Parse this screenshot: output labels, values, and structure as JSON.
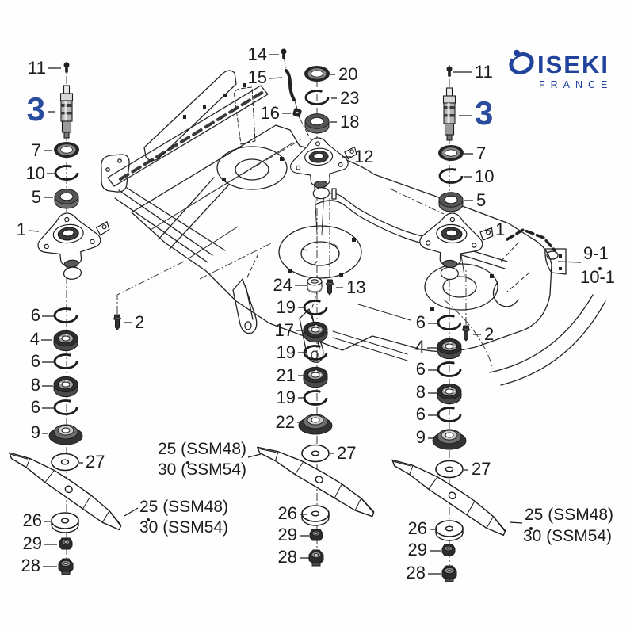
{
  "brand": {
    "name": "ISEKI",
    "region": "FRANCE"
  },
  "colors": {
    "line": "#1c1c1c",
    "accent_blue": "#2b4d9e",
    "logo_blue": "#21439c"
  },
  "columns": {
    "left": {
      "n11": "11",
      "n3": "3",
      "n7": "7",
      "n10": "10",
      "n5": "5",
      "n1": "1",
      "n6a": "6",
      "n4": "4",
      "n6b": "6",
      "n8": "8",
      "n6c": "6",
      "n9": "9",
      "n27": "27",
      "n2": "2",
      "blade1": "25 (SSM48)",
      "blade2": "30 (SSM54)",
      "n26": "26",
      "n29": "29",
      "n28": "28"
    },
    "center": {
      "n14": "14",
      "n15": "15",
      "n16": "16",
      "n20": "20",
      "n23": "23",
      "n18": "18",
      "n12": "12",
      "n24": "24",
      "n13": "13",
      "n19a": "19",
      "n17": "17",
      "n19b": "19",
      "n21": "21",
      "n19c": "19",
      "n22": "22",
      "n27": "27",
      "blade1": "25 (SSM48)",
      "blade2": "30 (SSM54)",
      "n26": "26",
      "n29": "29",
      "n28": "28"
    },
    "right": {
      "n11": "11",
      "n3": "3",
      "n7": "7",
      "n10": "10",
      "n5": "5",
      "n1": "1",
      "n91": "9-1",
      "n101": "10-1",
      "n6a": "6",
      "n2": "2",
      "n4": "4",
      "n6b": "6",
      "n8": "8",
      "n6c": "6",
      "n9": "9",
      "n27": "27",
      "blade1": "25 (SSM48)",
      "blade2": "30 (SSM54)",
      "n26": "26",
      "n29": "29",
      "n28": "28"
    }
  }
}
